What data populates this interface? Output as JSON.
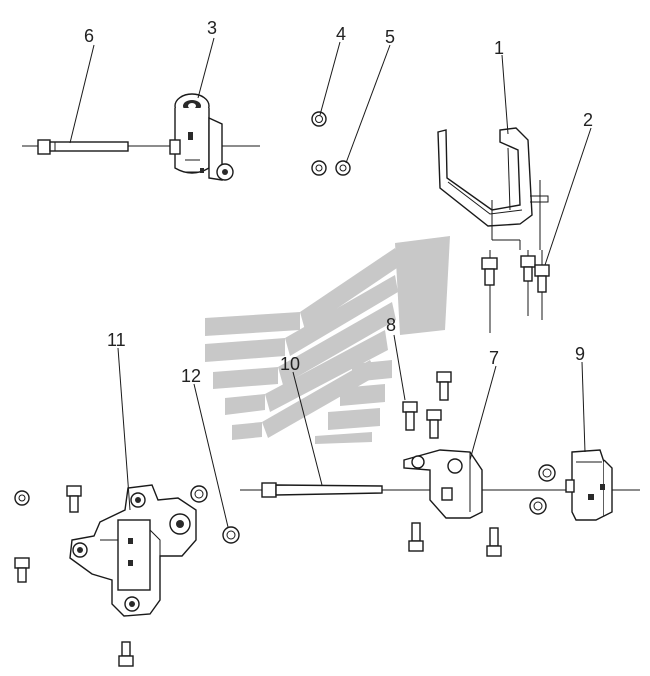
{
  "diagram": {
    "callouts": [
      {
        "id": "1",
        "text": "1"
      },
      {
        "id": "2",
        "text": "2"
      },
      {
        "id": "3",
        "text": "3"
      },
      {
        "id": "4",
        "text": "4"
      },
      {
        "id": "5",
        "text": "5"
      },
      {
        "id": "6",
        "text": "6"
      },
      {
        "id": "7",
        "text": "7"
      },
      {
        "id": "8",
        "text": "8"
      },
      {
        "id": "9",
        "text": "9"
      },
      {
        "id": "10",
        "text": "10"
      },
      {
        "id": "11",
        "text": "11"
      },
      {
        "id": "12",
        "text": "12"
      }
    ],
    "watermark": {
      "color": "#c8c8c8"
    }
  }
}
